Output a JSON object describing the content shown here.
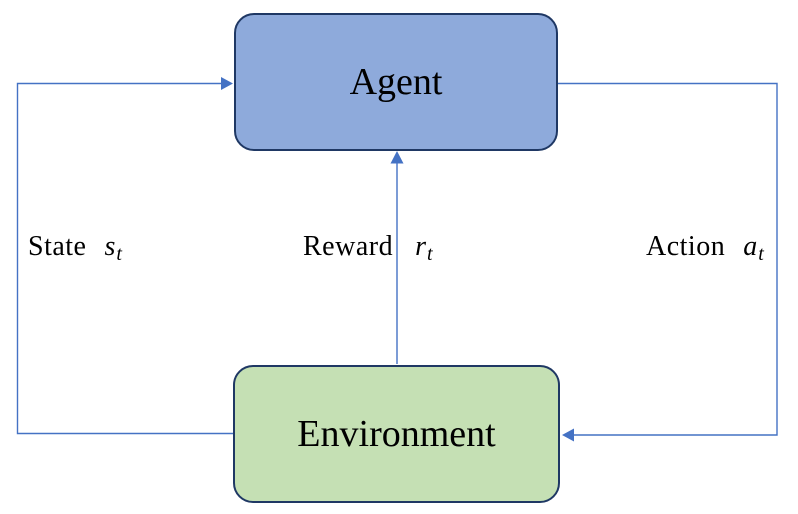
{
  "nodes": {
    "agent": {
      "label": "Agent"
    },
    "environment": {
      "label": "Environment"
    }
  },
  "edges": {
    "state": {
      "word": "State",
      "symbol": "s",
      "subscript": "t"
    },
    "reward": {
      "word": "Reward",
      "symbol": "r",
      "subscript": "t"
    },
    "action": {
      "word": "Action",
      "symbol": "a",
      "subscript": "t"
    }
  },
  "colors": {
    "agent_fill": "#8EAADB",
    "agent_border": "#1F3864",
    "env_fill": "#C5E0B4",
    "env_border": "#1F3864",
    "arrow": "#4472C4",
    "text": "#000000",
    "background": "#FFFFFF"
  }
}
